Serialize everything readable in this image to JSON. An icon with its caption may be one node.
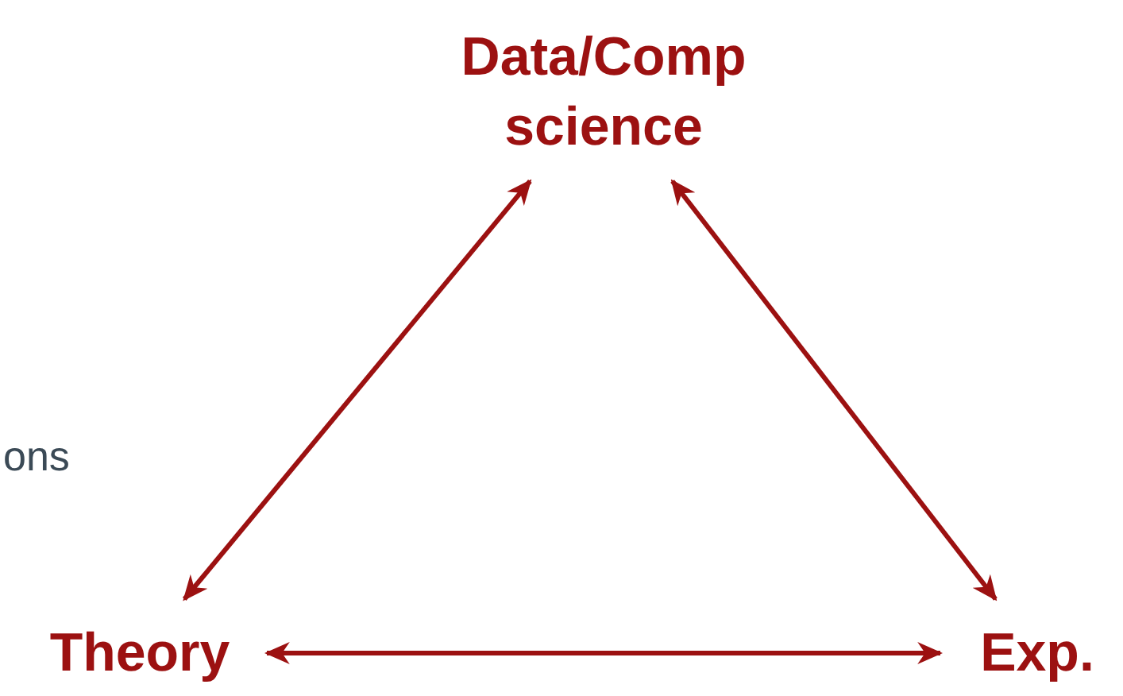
{
  "diagram": {
    "nodes": [
      {
        "text": [
          "Data/Comp science"
        ]
      },
      {
        "text": [
          "Theory"
        ]
      },
      {
        "text": [
          "Exp."
        ]
      }
    ],
    "edges": [
      {
        "from": 0,
        "to": 1,
        "arrow": "both"
      },
      {
        "from": 0,
        "to": 2,
        "arrow": "both"
      },
      {
        "from": 1,
        "to": 2,
        "arrow": "both"
      }
    ],
    "labels": [
      "ons"
    ]
  }
}
